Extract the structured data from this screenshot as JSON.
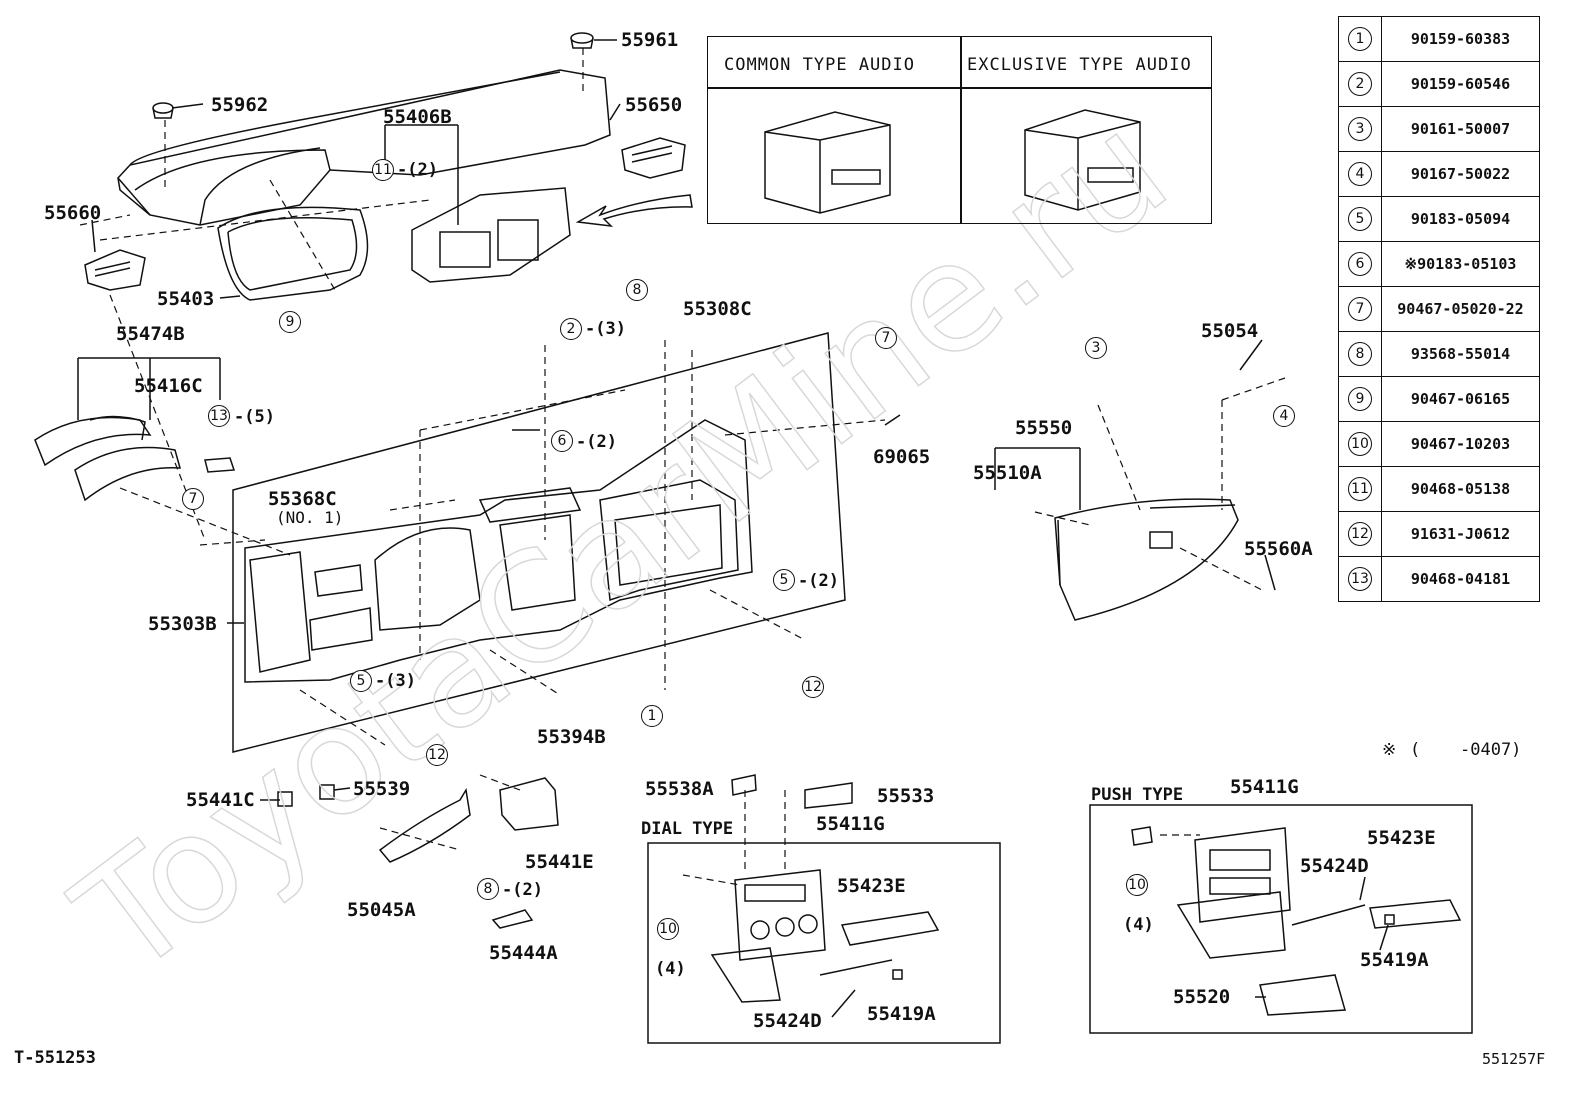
{
  "audio_box": {
    "common_label": "COMMON TYPE AUDIO",
    "exclusive_label": "EXCLUSIVE TYPE AUDIO"
  },
  "parts_table": [
    {
      "num": "1",
      "part": "90159-60383"
    },
    {
      "num": "2",
      "part": "90159-60546"
    },
    {
      "num": "3",
      "part": "90161-50007"
    },
    {
      "num": "4",
      "part": "90167-50022"
    },
    {
      "num": "5",
      "part": "90183-05094"
    },
    {
      "num": "6",
      "part": "※90183-05103"
    },
    {
      "num": "7",
      "part": "90467-05020-22"
    },
    {
      "num": "8",
      "part": "93568-55014"
    },
    {
      "num": "9",
      "part": "90467-06165"
    },
    {
      "num": "10",
      "part": "90467-10203"
    },
    {
      "num": "11",
      "part": "90468-05138"
    },
    {
      "num": "12",
      "part": "91631-J0612"
    },
    {
      "num": "13",
      "part": "90468-04181"
    }
  ],
  "labels": {
    "p55961": "55961",
    "p55962": "55962",
    "p55650": "55650",
    "p55406b": "55406B",
    "p55660": "55660",
    "p55403": "55403",
    "p55474b": "55474B",
    "p55416c": "55416C",
    "p55308c": "55308C",
    "p55368c": "55368C",
    "p55368c_no": "(NO. 1)",
    "p55303b": "55303B",
    "p55394b": "55394B",
    "p69065": "69065",
    "p55054": "55054",
    "p55550": "55550",
    "p55510a": "55510A",
    "p55560a": "55560A",
    "p55441c": "55441C",
    "p55539": "55539",
    "p55441e": "55441E",
    "p55045a": "55045A",
    "p55444a": "55444A",
    "p55538a": "55538A",
    "p55533": "55533",
    "p55411g_dial": "55411G",
    "p55423e_dial": "55423E",
    "p55424d_dial": "55424D",
    "p55419a_dial": "55419A",
    "p55411g_push": "55411G",
    "p55423e_push": "55423E",
    "p55424d_push": "55424D",
    "p55419a_push": "55419A",
    "p55520": "55520"
  },
  "refs": {
    "r11": {
      "num": "11",
      "qty": "-(2)"
    },
    "r9": {
      "num": "9"
    },
    "r13": {
      "num": "13",
      "qty": "-(5)"
    },
    "r2": {
      "num": "2",
      "qty": "-(3)"
    },
    "r8a": {
      "num": "8"
    },
    "r7a": {
      "num": "7"
    },
    "r6": {
      "num": "6",
      "qty": "-(2)"
    },
    "r7b": {
      "num": "7"
    },
    "r3": {
      "num": "3"
    },
    "r4": {
      "num": "4"
    },
    "r5a": {
      "num": "5",
      "qty": "-(2)"
    },
    "r12a": {
      "num": "12"
    },
    "r5b": {
      "num": "5",
      "qty": "-(3)"
    },
    "r1": {
      "num": "1"
    },
    "r12b": {
      "num": "12"
    },
    "r8b": {
      "num": "8",
      "qty": "-(2)"
    },
    "r10a": {
      "num": "10",
      "qty": "(4)"
    },
    "r10b": {
      "num": "10",
      "qty": "(4)"
    }
  },
  "sections": {
    "dial_type": "DIAL TYPE",
    "push_type": "PUSH TYPE"
  },
  "footnote": {
    "mark": "※",
    "open": "(",
    "range": "-0407)"
  },
  "footer": {
    "left_code": "T-551253",
    "right_code": "551257F"
  },
  "watermark_text": "ToyotaCarMine.ru"
}
